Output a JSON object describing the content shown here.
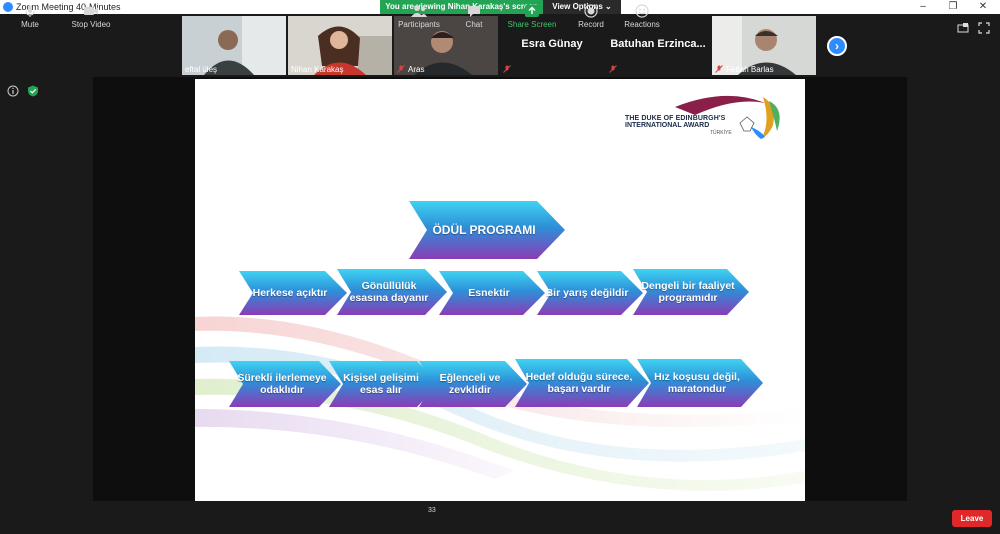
{
  "window": {
    "title": "Zoom Meeting 40-Minutes",
    "share_banner": "You are viewing Nihan Karakaş's screen",
    "view_options": "View Options ⌄"
  },
  "participants": [
    {
      "name": "eftal üleş",
      "video": true
    },
    {
      "name": "Nihan Karakaş",
      "video": true
    },
    {
      "name": "Aras",
      "video": true,
      "muted": true
    },
    {
      "name": "Esra Günay",
      "video": false,
      "muted": true
    },
    {
      "name": "Batuhan  Erzinca...",
      "video": false,
      "muted": true
    },
    {
      "name": "Fettah Barlas",
      "video": true,
      "muted": true
    }
  ],
  "slide": {
    "logo": {
      "line1": "THE DUKE OF EDINBURGH'S",
      "line2": "INTERNATIONAL AWARD",
      "line3": "TÜRKİYE"
    },
    "main": "ÖDÜL PROGRAMI",
    "row1": [
      "Herkese açıktır",
      "Gönüllülük esasına dayanır",
      "Esnektir",
      "Bir yarış değildir",
      "Dengeli bir faaliyet programıdır"
    ],
    "row2": [
      "Sürekli ilerlemeye odaklıdır",
      "Kişisel gelişimi esas alır",
      "Eğlenceli ve zevklidir",
      "Hedef olduğu sürece, başarı vardır",
      "Hız koşusu değil, maratondur"
    ]
  },
  "toolbar": {
    "mute": "Mute",
    "stop_video": "Stop Video",
    "participants": "Participants",
    "participant_count": "33",
    "chat": "Chat",
    "share_screen": "Share Screen",
    "record": "Record",
    "reactions": "Reactions",
    "leave": "Leave"
  },
  "colors": {
    "zoom_blue": "#2d8cff",
    "share_green": "#23a455",
    "leave_red": "#e02828",
    "arrow_top": "#38d0f0",
    "arrow_bottom": "#8a3fb8"
  }
}
